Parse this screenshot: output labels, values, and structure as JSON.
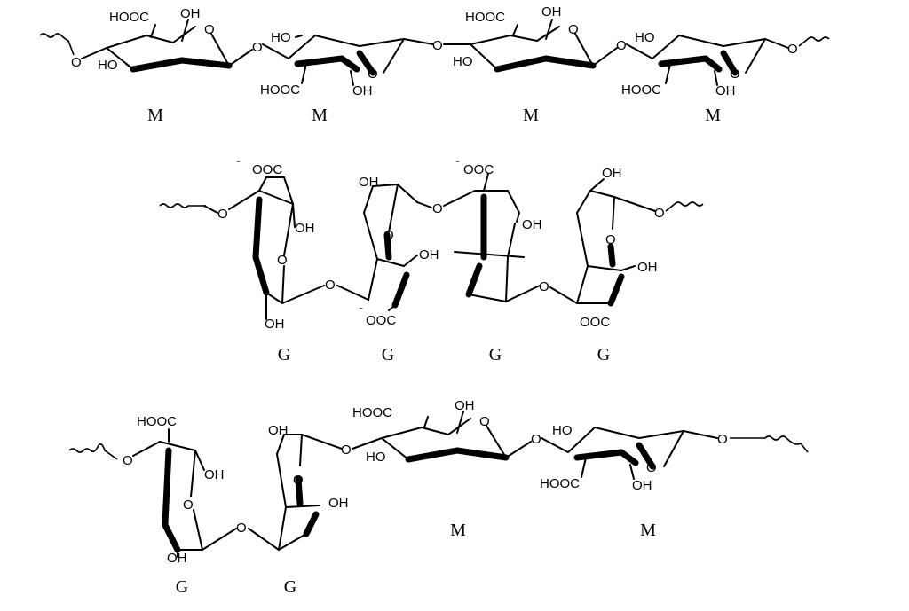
{
  "rows": [
    {
      "chain": "M-M-M-M",
      "units": [
        {
          "letter": "M",
          "carboxyl": "HOOC",
          "hydroxyls": [
            "OH",
            "HO"
          ]
        },
        {
          "letter": "M",
          "carboxyl": "HOOC",
          "hydroxyls": [
            "HO",
            "OH"
          ]
        },
        {
          "letter": "M",
          "carboxyl": "HOOC",
          "hydroxyls": [
            "OH",
            "HO"
          ]
        },
        {
          "letter": "M",
          "carboxyl": "HOOC",
          "hydroxyls": [
            "HO",
            "OH"
          ]
        }
      ]
    },
    {
      "chain": "G-G-G-G",
      "units": [
        {
          "letter": "G",
          "carboxyl": "OOC",
          "charge": "-",
          "hydroxyls": [
            "OH",
            "OH"
          ]
        },
        {
          "letter": "G",
          "carboxyl": "OOC",
          "charge": "-",
          "hydroxyls": [
            "OH",
            "OH"
          ]
        },
        {
          "letter": "G",
          "carboxyl": "OOC",
          "charge": "-",
          "hydroxyls": [
            "OH"
          ]
        },
        {
          "letter": "G",
          "carboxyl": "OOC",
          "hydroxyls": [
            "OH",
            "OH"
          ]
        }
      ]
    },
    {
      "chain": "G-G-M-M",
      "units": [
        {
          "letter": "G",
          "carboxyl": "HOOC",
          "hydroxyls": [
            "OH",
            "OH"
          ]
        },
        {
          "letter": "G",
          "hydroxyls": [
            "OH",
            "OH"
          ]
        },
        {
          "letter": "M",
          "carboxyl": "HOOC",
          "hydroxyls": [
            "OH",
            "HO"
          ]
        },
        {
          "letter": "M",
          "carboxyl": "HOOC",
          "hydroxyls": [
            "HO",
            "OH"
          ]
        }
      ]
    }
  ],
  "atoms": {
    "ring_oxygen": "O",
    "link_oxygen": "O"
  }
}
